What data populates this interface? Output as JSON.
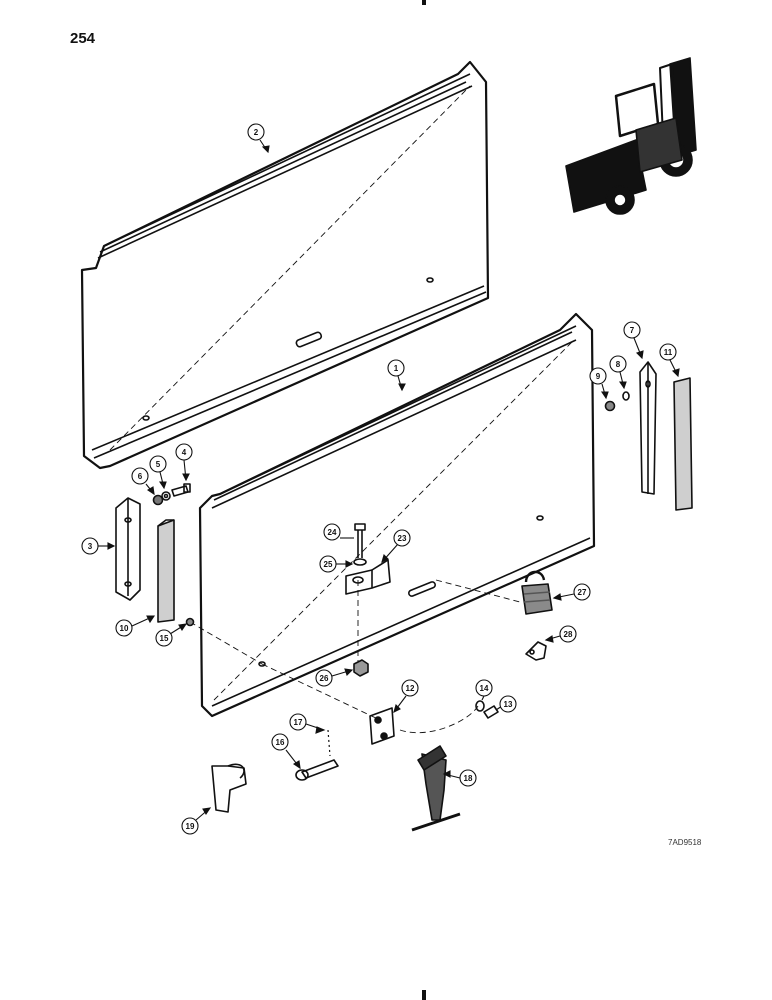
{
  "page_number": "254",
  "figure_code": "7AD9518",
  "callouts": [
    "1",
    "2",
    "3",
    "4",
    "5",
    "6",
    "7",
    "8",
    "9",
    "10",
    "11",
    "12",
    "13",
    "14",
    "15",
    "16",
    "17",
    "18",
    "19",
    "23",
    "24",
    "25",
    "26",
    "27",
    "28"
  ]
}
